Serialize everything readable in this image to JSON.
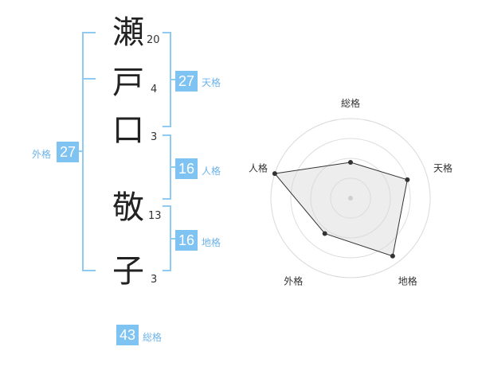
{
  "name_chars": [
    {
      "char": "瀬",
      "strokes": "20"
    },
    {
      "char": "戸",
      "strokes": "4"
    },
    {
      "char": "口",
      "strokes": "3"
    },
    {
      "char": "敬",
      "strokes": "13"
    },
    {
      "char": "子",
      "strokes": "3"
    }
  ],
  "kaku": {
    "tenkaku": {
      "value": "27",
      "label": "天格"
    },
    "jinkaku": {
      "value": "16",
      "label": "人格"
    },
    "chikaku": {
      "value": "16",
      "label": "地格"
    },
    "gaikaku": {
      "value": "27",
      "label": "外格"
    },
    "soukaku": {
      "value": "43",
      "label": "総格"
    }
  },
  "colors": {
    "accent": "#7fc3f2",
    "label": "#6db3e8",
    "bracket": "#8fcaf3"
  },
  "chart_data": {
    "type": "radar",
    "axes": [
      "総格",
      "天格",
      "地格",
      "外格",
      "人格"
    ],
    "values": [
      0.45,
      0.75,
      0.9,
      0.55,
      1.0
    ],
    "rings": 4,
    "range": [
      0,
      1
    ]
  }
}
